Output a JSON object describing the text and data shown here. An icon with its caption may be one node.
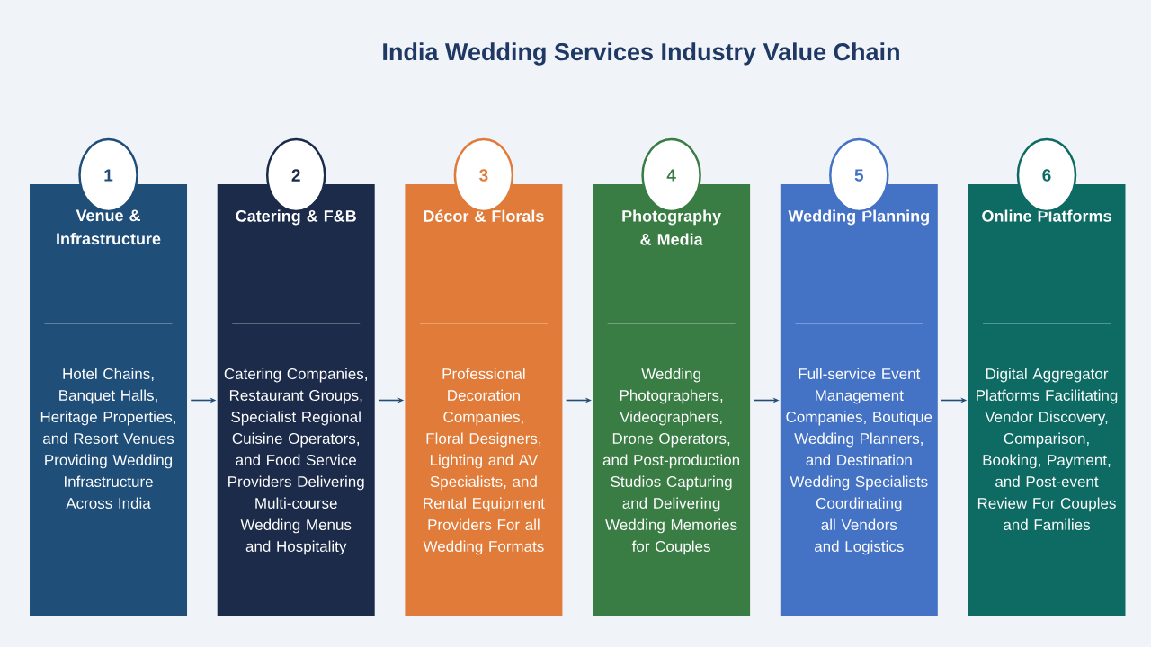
{
  "diagram": {
    "title": "India Wedding Services Industry Value Chain",
    "nodes": [
      {
        "text": [
          "1"
        ]
      },
      {
        "text": [
          "Venue & Infrastructure",
          "Hotel Chains, Banquet Halls, Heritage Properties, and Resort Venues Providing Wedding Infrastructure Across India"
        ]
      },
      {
        "text": [
          "2"
        ]
      },
      {
        "text": [
          "Catering & F&B",
          "Catering Companies, Restaurant Groups, Specialist Regional Cuisine Operators, and Food Service Providers Delivering Multi-course Wedding Menus and Hospitality"
        ]
      },
      {
        "text": [
          "3"
        ]
      },
      {
        "text": [
          "Décor & Florals",
          "Professional Decoration Companies, Floral Designers, Lighting and AV Specialists, and Rental Equipment Providers For all Wedding Formats"
        ]
      },
      {
        "text": [
          "4"
        ]
      },
      {
        "text": [
          "Photography & Media",
          "Wedding Photographers, Videographers, Drone Operators, and Post-production Studios Capturing and Delivering Wedding Memories for Couples"
        ]
      },
      {
        "text": [
          "5"
        ]
      },
      {
        "text": [
          "Wedding Planning",
          "Full-service Event Management Companies, Boutique Wedding Planners, and Destination Wedding Specialists Coordinating all Vendors and Logistics"
        ]
      },
      {
        "text": [
          "6"
        ]
      },
      {
        "text": [
          "Online Platforms",
          "Digital Aggregator Platforms Facilitating Vendor Discovery, Comparison, Booking, Payment, and Post-event Review For Couples and Families"
        ]
      }
    ],
    "edges": [
      {
        "from": 1,
        "to": 3,
        "arrow": "to"
      },
      {
        "from": 3,
        "to": 5,
        "arrow": "to"
      },
      {
        "from": 5,
        "to": 7,
        "arrow": "to"
      },
      {
        "from": 7,
        "to": 9,
        "arrow": "to"
      },
      {
        "from": 9,
        "to": 11,
        "arrow": "to"
      }
    ]
  }
}
